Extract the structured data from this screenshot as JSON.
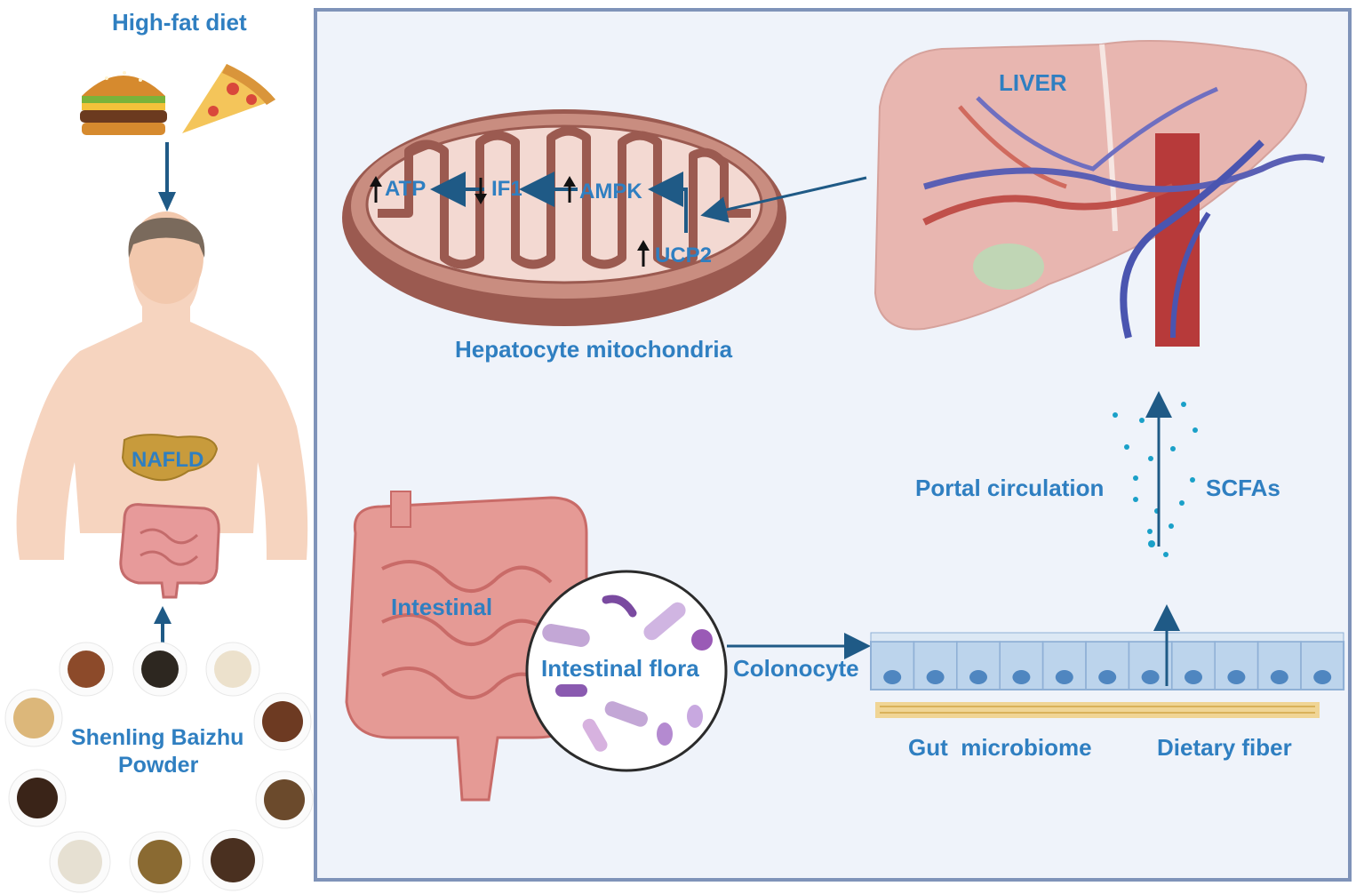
{
  "left_panel": {
    "title": "High-fat diet",
    "disease_label": "NAFLD",
    "herbal_label_line1": "Shenling Baizhu",
    "herbal_label_line2": "Powder"
  },
  "mitochondria": {
    "caption": "Hepatocyte mitochondria",
    "atp": "ATP",
    "if1": "IF1",
    "ampk": "AMPK",
    "ucp2": "UCP2"
  },
  "liver": {
    "label": "LIVER"
  },
  "gut": {
    "intestinal": "Intestinal",
    "flora": "Intestinal flora",
    "colonocyte": "Colonocyte",
    "microbiome": "Gut  microbiome",
    "fiber": "Dietary fiber"
  },
  "circulation": {
    "portal": "Portal circulation",
    "scfas": "SCFAs"
  },
  "colors": {
    "accent": "#2f7fc1",
    "arrow": "#1f5a86",
    "panel_bg": "#eff3fa",
    "panel_border": "#7f93b9"
  }
}
